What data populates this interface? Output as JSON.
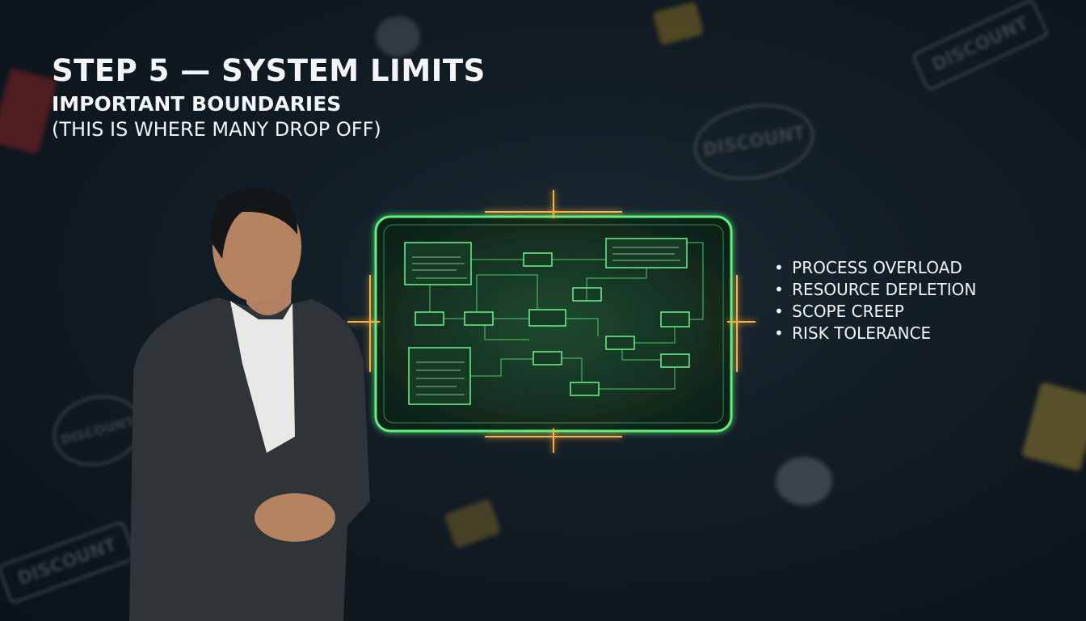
{
  "slide": {
    "title": "STEP 5 — SYSTEM LIMITS",
    "subtitle": "IMPORTANT BOUNDARIES",
    "note": "(THIS IS WHERE MANY DROP OFF)",
    "bullets": [
      "PROCESS OVERLOAD",
      "RESOURCE DEPLETION",
      "SCOPE CREEP",
      "RISK TOLERANCE"
    ]
  },
  "background": {
    "sticker_text": "DISCOUNT"
  },
  "colors": {
    "accent_green": "#5df07a",
    "accent_orange": "#ffb040",
    "background": "#111c24"
  }
}
